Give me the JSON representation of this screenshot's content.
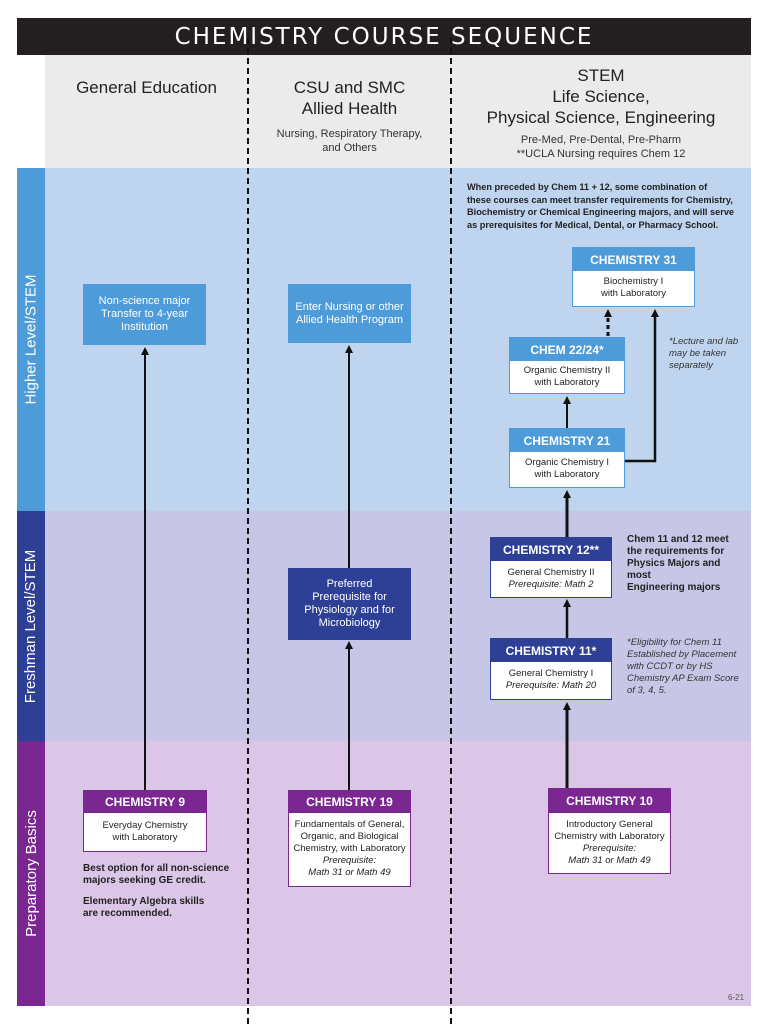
{
  "title": "CHEMISTRY COURSE SEQUENCE",
  "columns": {
    "general": {
      "heading": "General Education"
    },
    "csu": {
      "heading_line1": "CSU and SMC",
      "heading_line2": "Allied Health",
      "sub_line1": "Nursing, Respiratory Therapy,",
      "sub_line2": "and Others"
    },
    "stem": {
      "heading_line1": "STEM",
      "heading_line2": "Life Science,",
      "heading_line3": "Physical Science, Engineering",
      "sub_line1": "Pre-Med, Pre-Dental, Pre-Pharm",
      "sub_line2": "**UCLA Nursing requires Chem 12"
    }
  },
  "levels": {
    "higher": "Higher Level/STEM",
    "freshman": "Freshman Level/STEM",
    "prep": "Preparatory Basics"
  },
  "boxes": {
    "nonscience": {
      "line1": "Non-science major",
      "line2": "Transfer to 4-year",
      "line3": "Institution"
    },
    "nursing": {
      "line1": "Enter Nursing or other",
      "line2": "Allied Health Program"
    },
    "preferred": {
      "line1": "Preferred",
      "line2": "Prerequisite for",
      "line3": "Physiology and for",
      "line4": "Microbiology"
    },
    "chem31": {
      "title": "CHEMISTRY 31",
      "line1": "Biochemistry I",
      "line2": "with Laboratory"
    },
    "chem22": {
      "title": "CHEM 22/24*",
      "line1": "Organic Chemistry II",
      "line2": "with Laboratory"
    },
    "chem21": {
      "title": "CHEMISTRY 21",
      "line1": "Organic Chemistry I",
      "line2": "with Laboratory"
    },
    "chem12": {
      "title": "CHEMISTRY 12**",
      "line1": "General Chemistry II",
      "line2": "Prerequisite: Math 2"
    },
    "chem11": {
      "title": "CHEMISTRY 11*",
      "line1": "General Chemistry I",
      "line2": "Prerequisite: Math 20"
    },
    "chem9": {
      "title": "CHEMISTRY 9",
      "line1": "Everyday Chemistry",
      "line2": "with Laboratory"
    },
    "chem19": {
      "title": "CHEMISTRY 19",
      "line1": "Fundamentals of General,",
      "line2": "Organic, and Biological",
      "line3": "Chemistry, with Laboratory",
      "line4": "Prerequisite:",
      "line5": "Math 31 or Math 49"
    },
    "chem10": {
      "title": "CHEMISTRY 10",
      "line1": "Introductory General",
      "line2": "Chemistry with Laboratory",
      "line3": "Prerequisite:",
      "line4": "Math 31 or Math 49"
    }
  },
  "notes": {
    "stem_intro": {
      "line1": "When preceded by Chem 11 + 12, some combination of",
      "line2": "these courses can meet transfer requirements for Chemistry,",
      "line3": "Biochemistry or Chemical Engineering majors, and will serve",
      "line4": "as prerequisites for Medical, Dental, or Pharmacy School."
    },
    "lecture_lab": {
      "line1": "*Lecture and lab",
      "line2": "may be taken",
      "line3": "separately"
    },
    "chem11_12": {
      "line1": "Chem 11 and 12 meet",
      "line2": "the requirements for",
      "line3": "Physics Majors and most",
      "line4": "Engineering majors"
    },
    "eligibility": {
      "line1": "*Eligibility for Chem 11",
      "line2": "Established by Placement",
      "line3": "with CCDT or by HS",
      "line4": "Chemistry AP Exam Score",
      "line5": "of 3, 4, 5."
    },
    "best_option": {
      "line1": "Best option for all non-science",
      "line2": "majors seeking GE credit."
    },
    "algebra": {
      "line1": "Elementary Algebra skills",
      "line2": "are recommended."
    }
  },
  "footer_code": "6-21",
  "colors": {
    "light_blue": "#4d9bd9",
    "dark_blue": "#2e3f96",
    "purple": "#7a2791",
    "title_bg": "#231f20"
  }
}
